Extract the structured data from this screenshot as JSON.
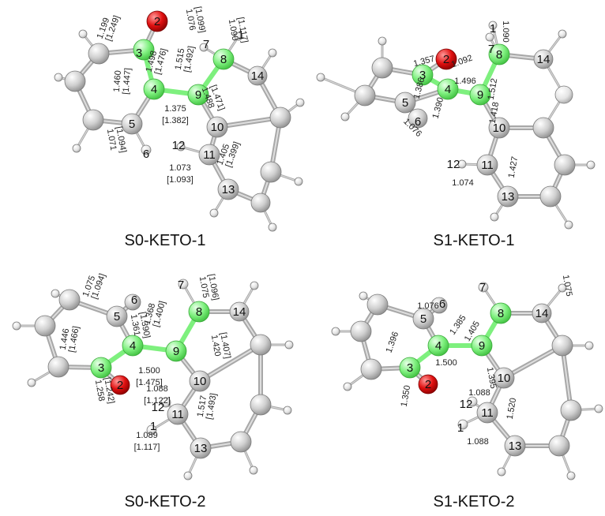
{
  "colors": {
    "carbon": "#c9c9c9",
    "oxygen": "#e01010",
    "highlight": "#7ef07e",
    "hydrogen": "#e8e8e8",
    "bond": "#a8a8a8"
  },
  "panels": [
    {
      "caption": "S0-KETO-1",
      "numbers": [
        "2",
        "3",
        "4",
        "5",
        "6",
        "7",
        "8",
        "9",
        "10",
        "11",
        "12",
        "13",
        "14",
        "1"
      ],
      "labels": [
        "1.199",
        "[1.249]",
        "1.498",
        "[1.476]",
        "1.515",
        "[1.492]",
        "1.076",
        "[1.099]",
        "1.090",
        "[1.117]",
        "1.460",
        "[1.447]",
        "1.375",
        "[1.382]",
        "1.488",
        "[1.471]",
        "1.071",
        "[1.094]",
        "1.073",
        "[1.093]",
        "1.405",
        "[1.399]"
      ]
    },
    {
      "caption": "S1-KETO-1",
      "numbers": [
        "1",
        "7",
        "8",
        "3",
        "2",
        "4",
        "9",
        "5",
        "6",
        "14",
        "10",
        "12",
        "11",
        "13"
      ],
      "labels": [
        "1.090",
        "1.092",
        "1.357",
        "1.496",
        "1.386",
        "1.390",
        "1.512",
        "1.076",
        "1.418",
        "1.427",
        "1.074"
      ]
    },
    {
      "caption": "S0-KETO-2",
      "numbers": [
        "6",
        "5",
        "7",
        "8",
        "14",
        "4",
        "9",
        "3",
        "2",
        "10",
        "12",
        "11",
        "1",
        "13"
      ],
      "labels": [
        "1.075",
        "[1.094]",
        "1.075",
        "[1.096]",
        "1.368",
        "[1.400]",
        "1.361",
        "[1.390]",
        "1.446",
        "[1.466]",
        "1.500",
        "[1.475]",
        "1.420",
        "[1.407]",
        "1.258",
        "[1.242]",
        "1.088",
        "[1.122]",
        "1.517",
        "[1.493]",
        "1.089",
        "[1.117]"
      ]
    },
    {
      "caption": "S1-KETO-2",
      "numbers": [
        "6",
        "5",
        "7",
        "8",
        "14",
        "4",
        "9",
        "3",
        "2",
        "10",
        "12",
        "11",
        "1",
        "13"
      ],
      "labels": [
        "1.076",
        "1.075",
        "1.385",
        "1.405",
        "1.396",
        "1.500",
        "1.395",
        "1.350",
        "1.088",
        "1.520",
        "1.088"
      ]
    }
  ]
}
